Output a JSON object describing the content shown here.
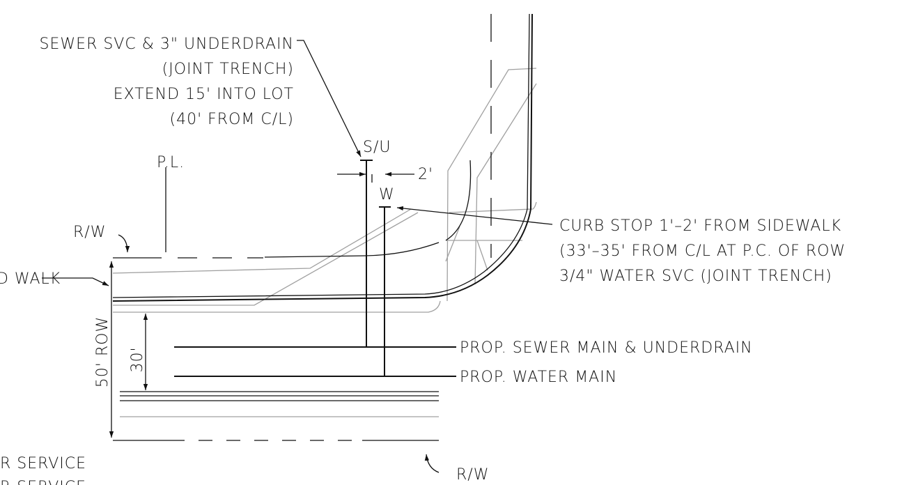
{
  "colors": {
    "ink": "#111111",
    "gray_linework": "#a0a0a0",
    "background": "#ffffff"
  },
  "labels": {
    "sewer_callout": [
      "SEWER SVC & 3\" UNDERDRAIN",
      "(JOINT TRENCH)",
      "EXTEND 15' INTO LOT",
      "(40' FROM C/L)"
    ],
    "su_tag": "S/U",
    "w_tag": "W",
    "offset_2ft": "2'",
    "property_line": "P.L.",
    "row_top": "R/W",
    "row_bottom": "R/W",
    "walk_partial": "D WALK",
    "curb_callout": [
      "CURB STOP 1'–2' FROM SIDEWALK",
      "(33'–35' FROM C/L AT P.C. OF ROW",
      "3/4\" WATER SVC (JOINT TRENCH)"
    ],
    "sewer_main": "PROP. SEWER MAIN & UNDERDRAIN",
    "water_main": "PROP. WATER MAIN",
    "dim_30": "30'",
    "dim_50": "50' ROW",
    "legend_partial": [
      "R SERVICE",
      "R SERVICE"
    ]
  }
}
